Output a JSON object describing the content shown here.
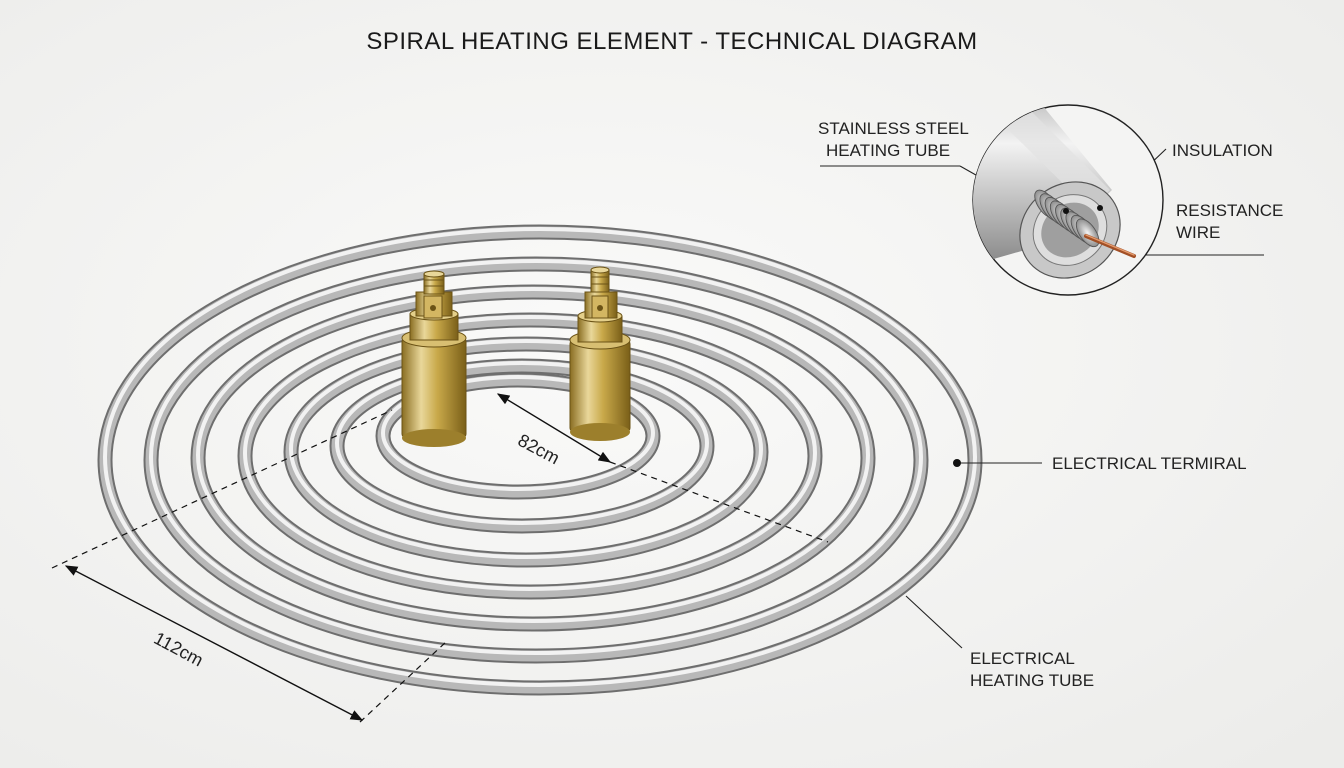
{
  "diagram": {
    "title": "SPIRAL HEATING ELEMENT - TECHNICAL DIAGRAM",
    "labels": {
      "stainless_steel_line1": "STAINLESS STEEL",
      "stainless_steel_line2": "HEATING TUBE",
      "insulation": "INSULATION",
      "resistance_line1": "RESISTANCE",
      "resistance_line2": "WIRE",
      "electrical_terminal": "ELECTRICAL TERMIRAL",
      "heating_tube_line1": "ELECTRICAL",
      "heating_tube_line2": "HEATING TUBE"
    },
    "dimensions": {
      "inner": "82cm",
      "outer": "112cm"
    },
    "colors": {
      "tube_light": "#f2f2f2",
      "tube_mid": "#b8b8b8",
      "tube_dark": "#6e6e6e",
      "brass_light": "#e9d79a",
      "brass_mid": "#c9a94a",
      "brass_dark": "#8a6e22",
      "copper": "#c46b3c"
    }
  }
}
